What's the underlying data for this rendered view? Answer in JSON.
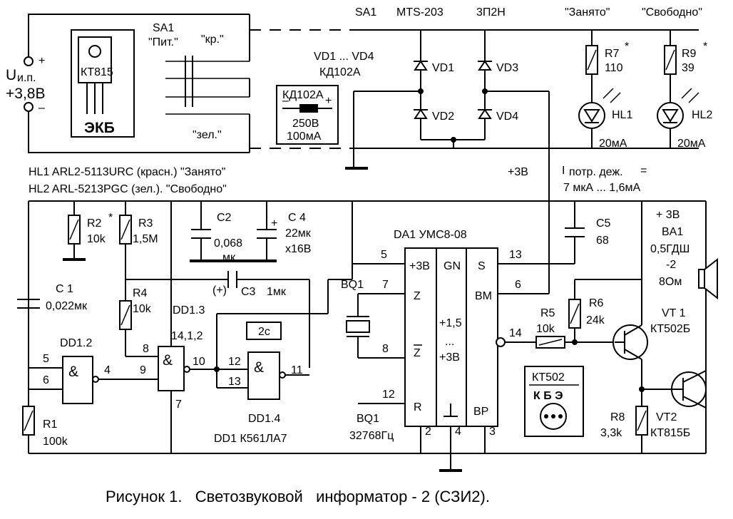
{
  "caption": "Рисунок 1.   Светозвуковой   информатор - 2 (СЗИ2).",
  "power": {
    "label": "U",
    "sub": "и.п.",
    "voltage": "+3,8В",
    "plus": "+",
    "minus": "–"
  },
  "battery_card": {
    "model": "КТ815",
    "label": "ЭКБ"
  },
  "switch": {
    "ref": "SA1",
    "desc": "\"Пит.\"",
    "red": "\"кр.\"",
    "green": "\"зел.\"",
    "title_ref": "SA1",
    "title_model": "MTS-203",
    "title_type": "3П2Н",
    "busy": "\"Занято\"",
    "free": "\"Свободно\""
  },
  "diode_bridge": {
    "title": "VD1 ... VD4",
    "model": "КД102А",
    "d1": "VD1",
    "d2": "VD2",
    "d3": "VD3",
    "d4": "VD4"
  },
  "diode_card": {
    "model": "КД102А",
    "minus": "–",
    "plus": "+",
    "voltage": "250В",
    "current": "100мА"
  },
  "leds": {
    "r7": "R7",
    "r7_star": "*",
    "r7_val": "110",
    "r9": "R9",
    "r9_star": "*",
    "r9_val": "39",
    "hl1": "HL1",
    "hl2": "HL2",
    "i1": "20мА",
    "i2": "20мА",
    "note1": "HL1  ARL2-5113URC (красн.) \"Занято\"",
    "note2": "HL2  ARL-5213PGC (зел.). \"Свободно\""
  },
  "supply": {
    "plus3v": "+3В",
    "i_label": "I",
    "i_sub": "потр. деж.",
    "i_eq": "=",
    "i_range": "7 мкА ... 1,6мА"
  },
  "parts": {
    "r2": "R2",
    "r2_star": "*",
    "r2_val": "10k",
    "r3": "R3",
    "r3_val": "1,5М",
    "c2": "C2",
    "c2_val1": "0,068",
    "c2_val2": "мк",
    "c4": "C 4",
    "c4_val1": "22мк",
    "c4_val2": "х16В",
    "c3_pol": "(+)",
    "c3": "C3",
    "c3_val": "1мк",
    "r4": "R4",
    "r4_val": "10k",
    "c1": "C 1",
    "c1_val": "0,022мк",
    "r1": "R1",
    "r1_val": "100k",
    "c5": "C5",
    "c5_val": "68",
    "r5": "R5",
    "r5_val": "10k",
    "r6": "R6",
    "r6_val": "24k",
    "r8": "R8",
    "r8_val": "3,3k"
  },
  "logic": {
    "dd13": "DD1.3",
    "dd12": "DD1.2",
    "dd14": "DD1.4",
    "dd1": "DD1  К561ЛА7",
    "amp": "&",
    "pins_pwr": "14,1,2",
    "pin7": "7",
    "p5": "5",
    "p6": "6",
    "p4": "4",
    "p8": "8",
    "p9": "9",
    "p10": "10",
    "p12": "12",
    "p13": "13",
    "p11": "11",
    "delay": "2c"
  },
  "chip": {
    "title": "DA1   УМС8-08",
    "pin5": "5",
    "pin7": "7",
    "pin8": "8",
    "pin12": "12",
    "pin13": "13",
    "pin6": "6",
    "pin14": "14",
    "pin2": "2",
    "pin4": "4",
    "pin3": "3",
    "lbl_3v": "+3В",
    "lbl_gn": "GN",
    "lbl_s": "S",
    "lbl_z": "Z",
    "lbl_zb": "Z",
    "lbl_bm": "BM",
    "lbl_r": "R",
    "lbl_bp": "BP",
    "mid1": "+1,5",
    "mid2": "...",
    "mid3": "+3В"
  },
  "crystal": {
    "ref": "BQ1",
    "ref2": "BQ1",
    "freq": "32768Гц"
  },
  "speaker": {
    "v": "+ 3В",
    "ref": "BA1",
    "model1": "0,5ГДШ",
    "model2": "-2",
    "imp": "8Ом"
  },
  "transistors": {
    "vt1": "VT 1",
    "vt1_model": "КТ502Б",
    "vt2": "VT2",
    "vt2_model": "КТ815Б",
    "pinout_model": "КТ502",
    "pinout": "К Б Э"
  }
}
